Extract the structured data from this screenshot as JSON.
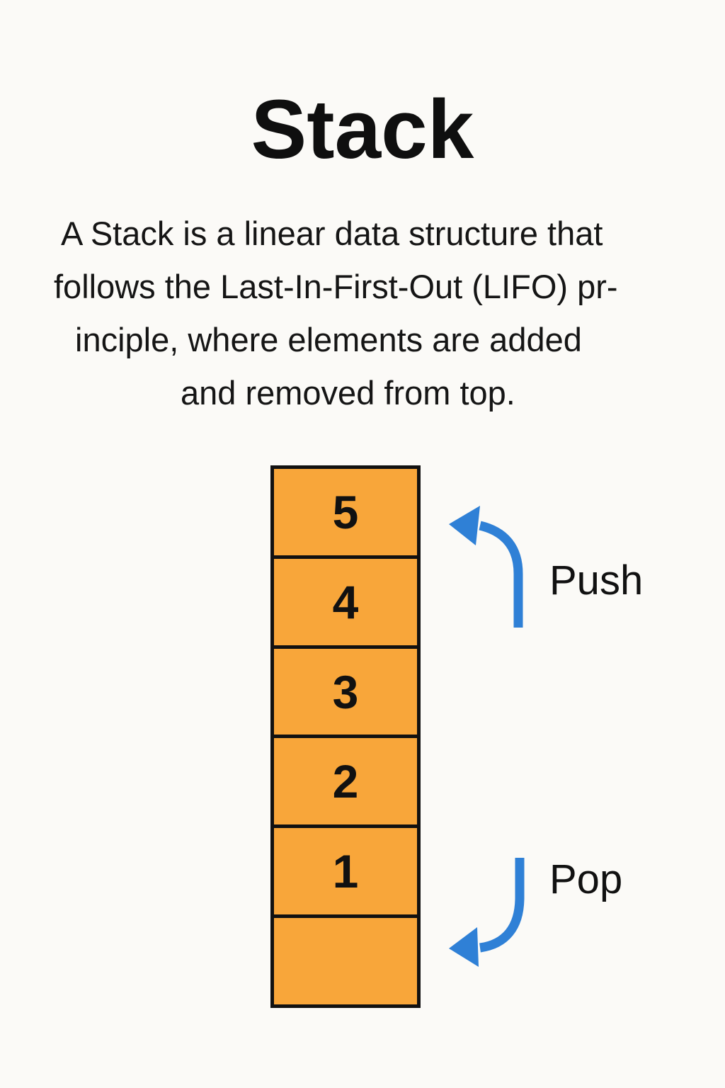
{
  "title": "Stack",
  "description_lines": [
    "A Stack is a linear data structure that",
    "follows the Last-In-First-Out (LIFO) pr-",
    "inciple, where elements are added",
    "and removed from top."
  ],
  "stack": {
    "fill_color": "#f8a63a",
    "border_color": "#111111",
    "cells": [
      "5",
      "4",
      "3",
      "2",
      "1",
      ""
    ]
  },
  "operations": {
    "push": {
      "label": "Push",
      "icon": "curved-arrow-up-left-icon",
      "color": "#2f80d6"
    },
    "pop": {
      "label": "Pop",
      "icon": "curved-arrow-down-left-icon",
      "color": "#2f80d6"
    }
  }
}
